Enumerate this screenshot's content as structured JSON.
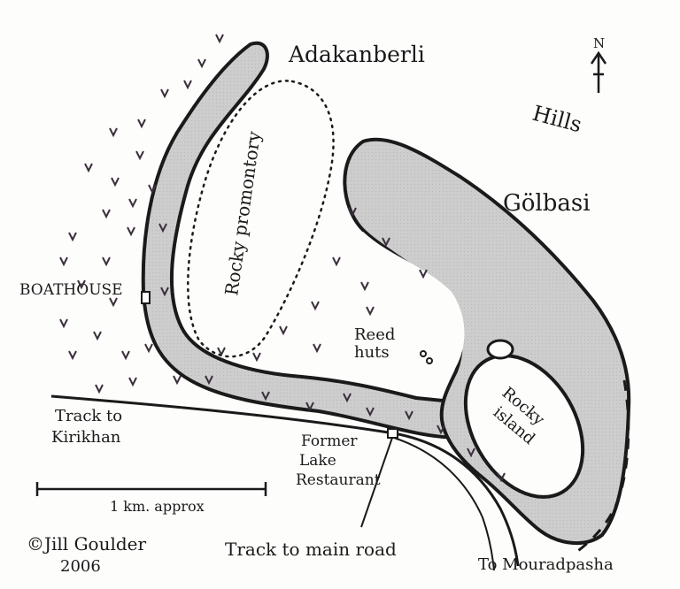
{
  "map": {
    "labels": {
      "north": "N",
      "adakanberli": "Adakanberli",
      "hills": "Hills",
      "golbasi": "Gölbasi",
      "rocky_promontory": "Rocky promontory",
      "boathouse": "BOATHOUSE",
      "reed_huts_line1": "Reed",
      "reed_huts_line2": "huts",
      "rocky_island_line1": "Rocky",
      "rocky_island_line2": "island",
      "track_to_kirikhan_line1": "Track to",
      "track_to_kirikhan_line2": "Kirikhan",
      "former_restaurant_line1": "Former",
      "former_restaurant_line2": "Lake",
      "former_restaurant_line3": "Restaurant",
      "scale": "1 km. approx",
      "copyright_line1": "©Jill Goulder",
      "copyright_line2": "2006",
      "track_to_main_road": "Track to main road",
      "to_mouradpasha": "To Mouradpasha"
    },
    "colors": {
      "water": "#c9c9c9",
      "ink": "#1a1a1a",
      "marsh": "#3a2f3a",
      "paper": "#fdfdfc"
    }
  }
}
